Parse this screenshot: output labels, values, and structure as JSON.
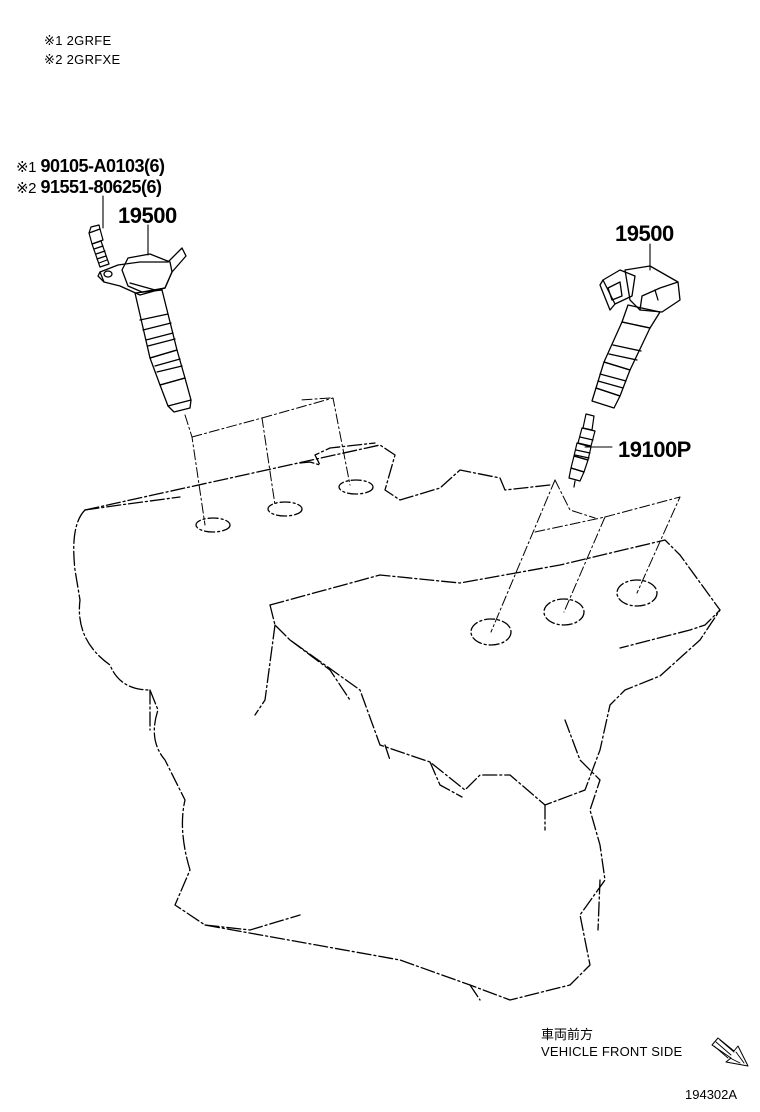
{
  "legend": [
    {
      "mark": "※1",
      "text": "2GRFE"
    },
    {
      "mark": "※2",
      "text": "2GRFXE"
    }
  ],
  "parts": {
    "bolt_1": {
      "mark": "※1",
      "number": "90105-A0103",
      "qty": "(6)"
    },
    "bolt_2": {
      "mark": "※2",
      "number": "91551-80625",
      "qty": "(6)"
    },
    "coil_left": "19500",
    "coil_right": "19500",
    "spark_plug": "19100P"
  },
  "direction": {
    "jp": "車両前方",
    "en": "VEHICLE FRONT SIDE"
  },
  "figure_id": "194302A"
}
